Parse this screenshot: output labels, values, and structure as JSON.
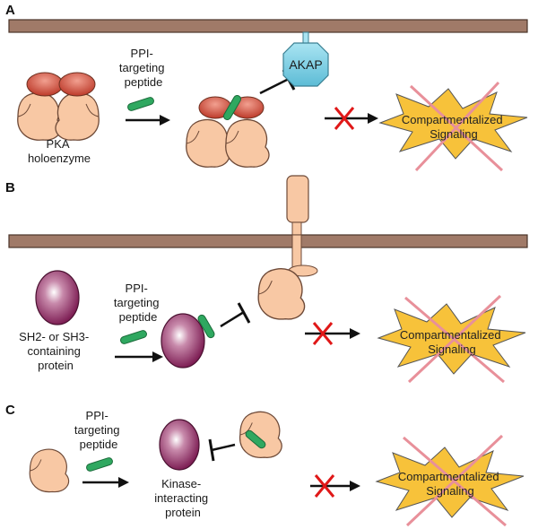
{
  "panels": [
    {
      "letter": "A",
      "left_label": [
        "PKA",
        "holoenzyme"
      ],
      "peptide_label": [
        "PPI-",
        "targeting",
        "peptide"
      ],
      "partner_label": "AKAP",
      "result_label": [
        "Compartmentalized",
        "Signaling"
      ]
    },
    {
      "letter": "B",
      "left_label": [
        "SH2- or SH3-",
        "containing",
        "protein"
      ],
      "peptide_label": [
        "PPI-",
        "targeting",
        "peptide"
      ],
      "result_label": [
        "Compartmentalized",
        "Signaling"
      ]
    },
    {
      "letter": "C",
      "peptide_label": [
        "PPI-",
        "targeting",
        "peptide"
      ],
      "middle_label": [
        "Kinase-",
        "interacting",
        "protein"
      ],
      "result_label": [
        "Compartmentalized",
        "Signaling"
      ]
    }
  ],
  "colors": {
    "membrane": "#a07a68",
    "membrane_line": "#4a3428",
    "pka_reg": "#c84a3a",
    "kinase_body": "#f8c8a4",
    "kinase_outline": "#6e4a38",
    "akap": "#7fd0e6",
    "peptide": "#2fa860",
    "sh_protein": "#8e2e62",
    "burst": "#f7c23a",
    "cross": "#e01818"
  }
}
